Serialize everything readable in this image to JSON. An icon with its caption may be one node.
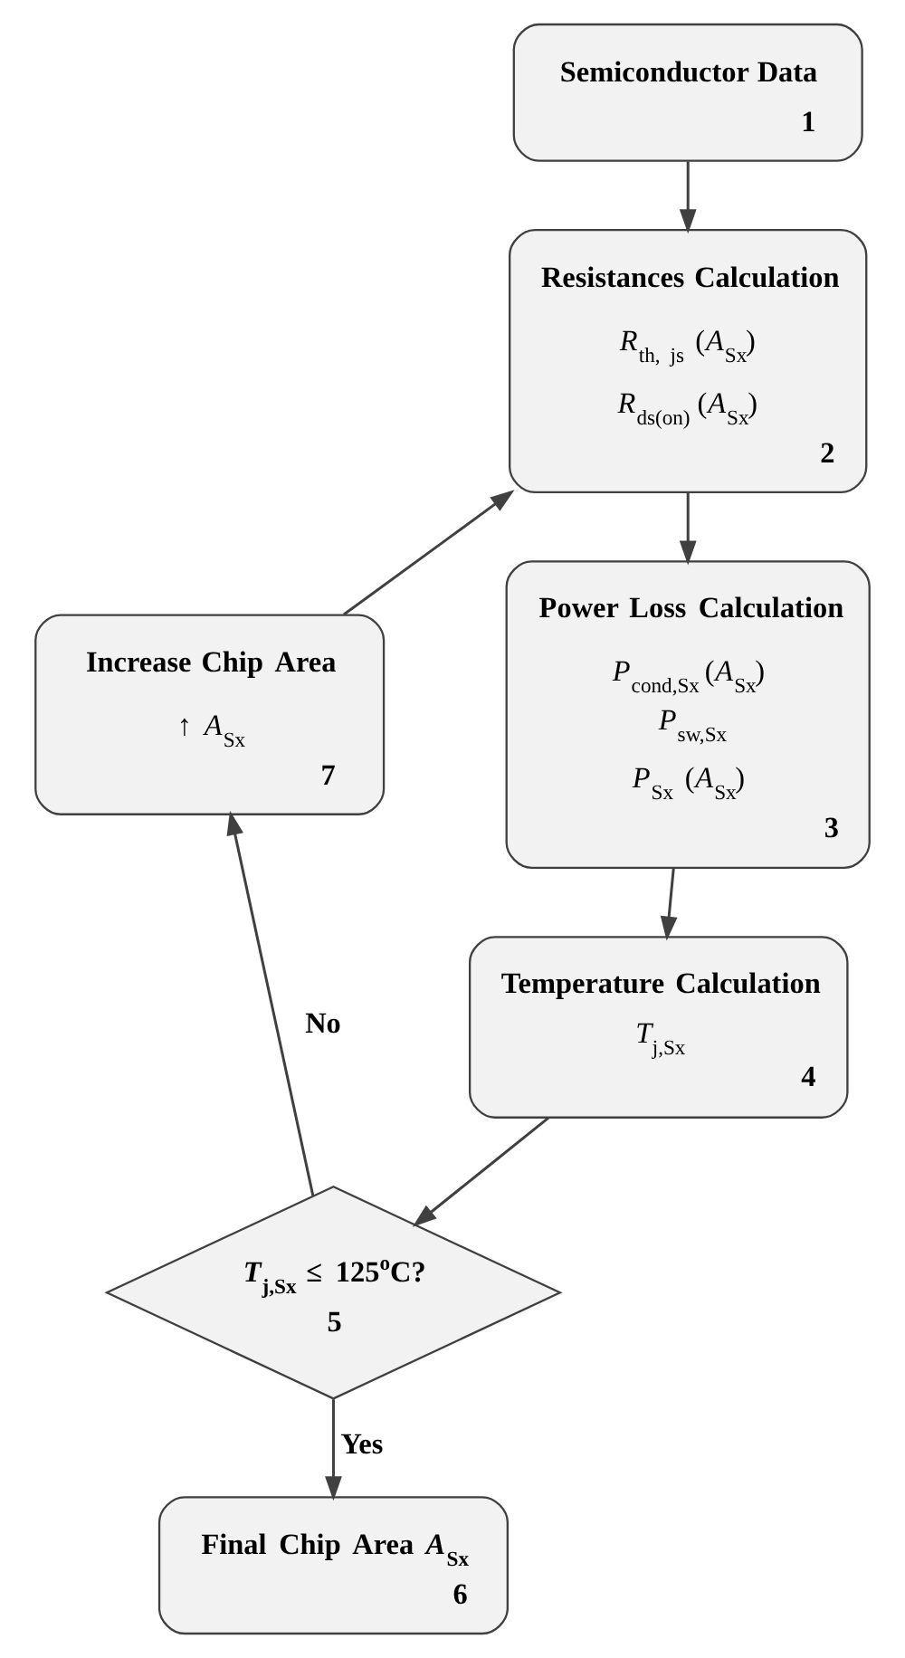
{
  "diagram": {
    "nodes": [
      {
        "text": [
          "Semiconductor Data",
          "1"
        ]
      },
      {
        "text": [
          "Resistances Calculation",
          "*R*$_{th, js}$ (*A*$_{Sx}$)",
          "*R*$_{ds(on)}$ (*A*$_{Sx}$)",
          "2"
        ]
      },
      {
        "text": [
          "Power Loss Calculation",
          "*P*$_{cond,Sx}$ (*A*$_{Sx}$)",
          "*P*$_{sw,Sx}$",
          "*P*$_{Sx}$ (*A*$_{Sx}$)",
          "3"
        ]
      },
      {
        "text": [
          "Temperature Calculation",
          "*T*$_{j,Sx}$",
          "4"
        ]
      },
      {
        "text": [
          "*T*$_{j,Sx}$ ≤ 125$^{o}$C?",
          "5"
        ]
      },
      {
        "text": [
          "Final Chip Area *A*$_{Sx}$",
          "6"
        ]
      },
      {
        "text": [
          "Increase Chip Area",
          "↑ *A*$_{Sx}$",
          "7"
        ]
      }
    ],
    "edges": [
      {
        "from": 0,
        "to": 1,
        "arrow": "to"
      },
      {
        "from": 1,
        "to": 2,
        "arrow": "to"
      },
      {
        "from": 2,
        "to": 3,
        "arrow": "to"
      },
      {
        "from": 3,
        "to": 4,
        "arrow": "to"
      },
      {
        "from": 4,
        "to": 5,
        "arrow": "to",
        "label": "Yes"
      },
      {
        "from": 4,
        "to": 6,
        "arrow": "to",
        "label": "No"
      },
      {
        "from": 6,
        "to": 1,
        "arrow": "to"
      }
    ]
  }
}
